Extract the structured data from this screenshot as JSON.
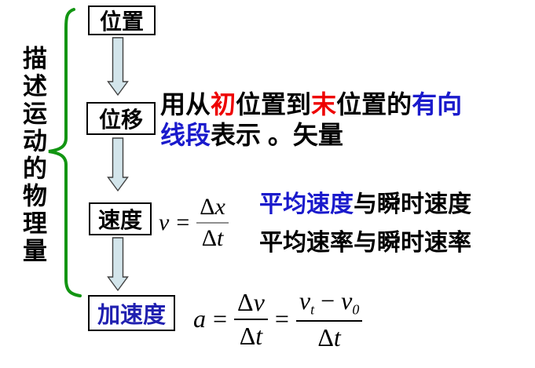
{
  "slide": {
    "vertical_title": "描述运动的物理量",
    "flow_boxes": {
      "box1": "位置",
      "box2": "位移",
      "box3": "速度",
      "box4": "加速度"
    },
    "displacement_note": {
      "line1": {
        "s0": "用从",
        "s1": "初",
        "s2": "位置到",
        "s3": "末",
        "s4": "位置的",
        "s5": "有向"
      },
      "line2": {
        "s0": "线段",
        "s1": "表示 。矢量"
      }
    },
    "velocity_formula": {
      "lhs": "v",
      "equals": "=",
      "delta": "Δ",
      "num_var": "x",
      "den_var": "t"
    },
    "speed_notes": {
      "line1_blue": "平均速度",
      "line1_black": "与瞬时速度",
      "line2": "平均速率与瞬时速率"
    },
    "acceleration_formula": {
      "lhs": "a",
      "equals1": "=",
      "delta": "Δ",
      "f1_num_var": "v",
      "f1_den_var": "t",
      "equals2": "=",
      "v": "v",
      "sub_t": "t",
      "minus": "−",
      "sub_0": "0",
      "f2_den_var": "t"
    },
    "colors": {
      "brace_green": "#129512",
      "highlight_red": "#ee0000",
      "highlight_blue": "#1a1acc",
      "acceleration_box_blue": "#2020b0",
      "arrow_fill": "#d3e5eb",
      "arrow_stroke": "#404040",
      "velocity_fraction_bar_gray": "#8f8f8f"
    }
  }
}
